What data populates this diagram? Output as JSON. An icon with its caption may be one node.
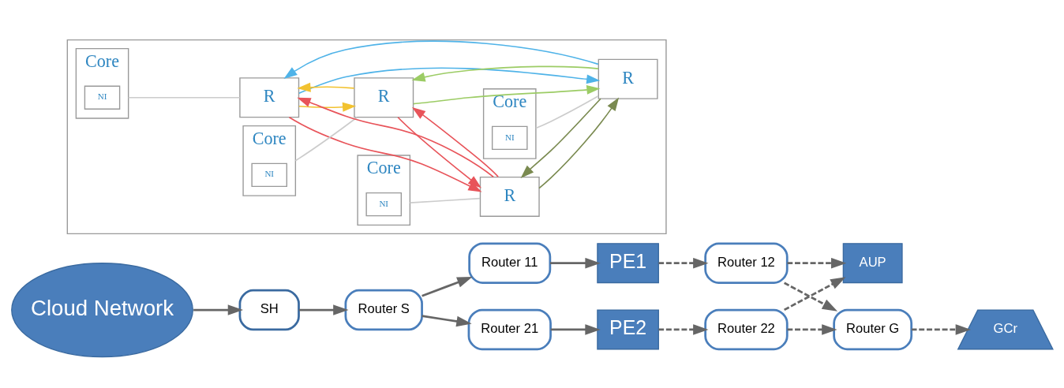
{
  "diagram": {
    "nodes": [
      {
        "text": [
          "Cloud Network"
        ]
      },
      {
        "text": [
          "SH"
        ]
      },
      {
        "text": [
          "Router S"
        ]
      },
      {
        "text": [
          "Router 11"
        ]
      },
      {
        "text": [
          "Router 21"
        ]
      },
      {
        "text": [
          "PE1"
        ]
      },
      {
        "text": [
          "PE2"
        ]
      },
      {
        "text": [
          "Router 12"
        ]
      },
      {
        "text": [
          "Router 22"
        ]
      },
      {
        "text": [
          "AUP"
        ]
      },
      {
        "text": [
          "Router G"
        ]
      },
      {
        "text": [
          "GCr"
        ]
      },
      {
        "text": [],
        "shape": "box"
      },
      {
        "text": [
          "R"
        ],
        "in": 12
      },
      {
        "text": [
          "R"
        ],
        "in": 12
      },
      {
        "text": [
          "Core"
        ],
        "in": 12
      },
      {
        "text": [
          "NI"
        ],
        "in": 15
      },
      {
        "text": [
          "Core"
        ],
        "in": 12
      },
      {
        "text": [
          "NI"
        ],
        "in": 17
      },
      {
        "text": [
          "R"
        ],
        "in": 12
      },
      {
        "text": [
          "R"
        ],
        "in": 12
      },
      {
        "text": [
          "Core"
        ],
        "in": 12
      },
      {
        "text": [
          "NI"
        ],
        "in": 21
      },
      {
        "text": [
          "Core"
        ],
        "in": 12
      },
      {
        "text": [
          "NI"
        ],
        "in": 23
      }
    ],
    "edges": [
      {
        "from": 0,
        "to": 1,
        "arrow": "to"
      },
      {
        "from": 1,
        "to": 2,
        "arrow": "to"
      },
      {
        "from": 2,
        "to": 3,
        "arrow": "to"
      },
      {
        "from": 2,
        "to": 4,
        "arrow": "to"
      },
      {
        "from": 3,
        "to": 5,
        "arrow": "to"
      },
      {
        "from": 4,
        "to": 6,
        "arrow": "to"
      },
      {
        "from": 5,
        "to": 7,
        "arrow": "to",
        "style": "dashed"
      },
      {
        "from": 6,
        "to": 8,
        "arrow": "to",
        "style": "dashed"
      },
      {
        "from": 7,
        "to": 9,
        "arrow": "to",
        "style": "dashed"
      },
      {
        "from": 8,
        "to": 9,
        "arrow": "to",
        "style": "dashed"
      },
      {
        "from": 7,
        "to": 10,
        "arrow": "to",
        "style": "dashed"
      },
      {
        "from": 8,
        "to": 10,
        "arrow": "to",
        "style": "dashed"
      },
      {
        "from": 10,
        "to": 11,
        "arrow": "to",
        "style": "dashed"
      },
      {
        "from": 13,
        "to": 14,
        "arrow": "to",
        "color": "#f2c230"
      },
      {
        "from": 14,
        "to": 13,
        "arrow": "to",
        "color": "#f2c230"
      },
      {
        "from": 14,
        "to": 19,
        "arrow": "to",
        "color": "#9ccc65"
      },
      {
        "from": 19,
        "to": 14,
        "arrow": "to",
        "color": "#9ccc65"
      },
      {
        "from": 13,
        "to": 19,
        "arrow": "to",
        "color": "#4fb3e8"
      },
      {
        "from": 19,
        "to": 13,
        "arrow": "to",
        "color": "#4fb3e8"
      },
      {
        "from": 19,
        "to": 20,
        "arrow": "to",
        "color": "#7a8a50"
      },
      {
        "from": 20,
        "to": 19,
        "arrow": "to",
        "color": "#7a8a50"
      },
      {
        "from": 14,
        "to": 20,
        "arrow": "to",
        "color": "#e8545a"
      },
      {
        "from": 20,
        "to": 14,
        "arrow": "to",
        "color": "#e8545a"
      },
      {
        "from": 13,
        "to": 20,
        "arrow": "to",
        "color": "#e8545a"
      },
      {
        "from": 20,
        "to": 13,
        "arrow": "to",
        "color": "#e8545a"
      },
      {
        "from": 15,
        "to": 13,
        "arrow": "none",
        "color": "#cccccc"
      },
      {
        "from": 17,
        "to": 14,
        "arrow": "none",
        "color": "#cccccc"
      },
      {
        "from": 21,
        "to": 19,
        "arrow": "none",
        "color": "#cccccc"
      },
      {
        "from": 23,
        "to": 20,
        "arrow": "none",
        "color": "#cccccc"
      }
    ]
  }
}
